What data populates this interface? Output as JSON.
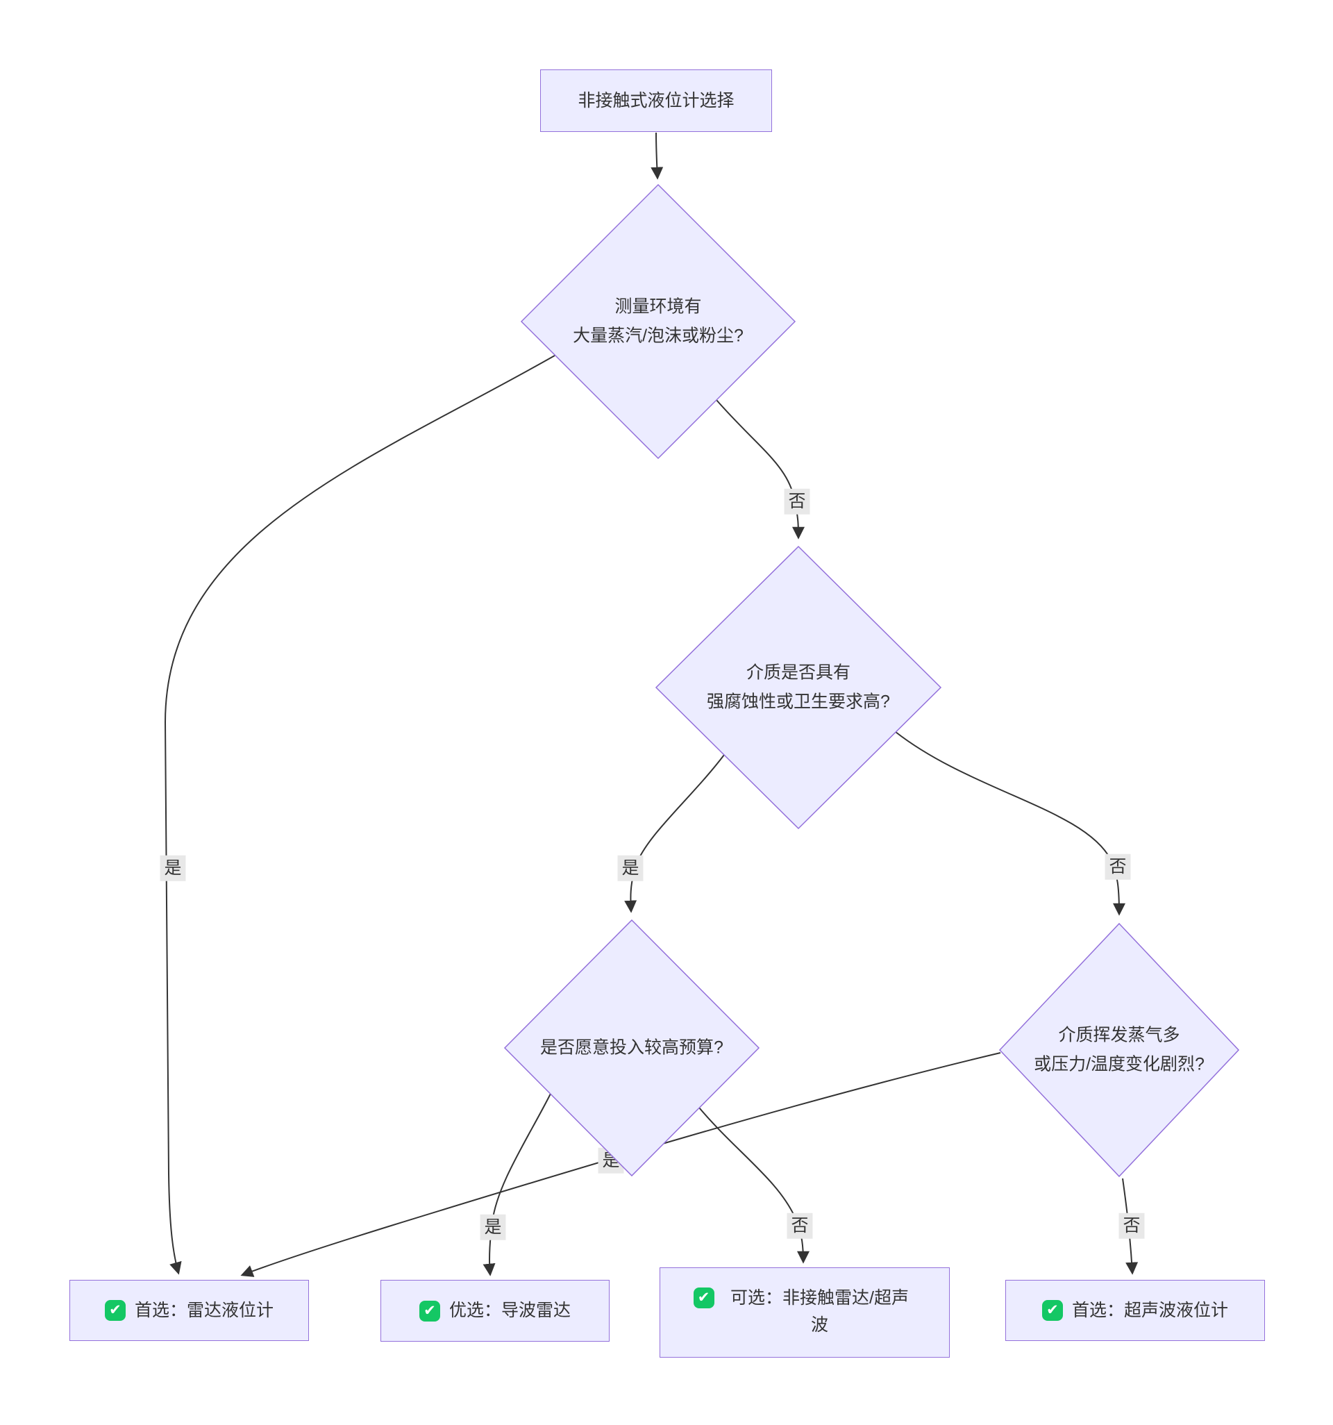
{
  "flowchart": {
    "start": {
      "label": "非接触式液位计选择"
    },
    "decisions": {
      "env": {
        "line1": "测量环境有",
        "line2": "大量蒸汽/泡沫或粉尘?"
      },
      "medium": {
        "line1": "介质是否具有",
        "line2": "强腐蚀性或卫生要求高?"
      },
      "budget": {
        "line1": "是否愿意投入较高预算?",
        "line2": ""
      },
      "volatile": {
        "line1": "介质挥发蒸气多",
        "line2": "或压力/温度变化剧烈?"
      }
    },
    "results": {
      "radar": {
        "label": "首选：雷达液位计"
      },
      "guided": {
        "label": "优选：导波雷达"
      },
      "optional": {
        "label": "可选：非接触雷达/超声波"
      },
      "ultrasonic": {
        "label": "首选：超声波液位计"
      }
    },
    "edge_labels": {
      "env_yes": "是",
      "env_no": "否",
      "medium_yes": "是",
      "medium_no": "否",
      "budget_yes": "是",
      "budget_no": "否",
      "volatile_yes": "是",
      "volatile_no": "否"
    },
    "icons": {
      "check": "✔"
    },
    "colors": {
      "node_fill": "#ECECFF",
      "node_border": "#9370DB",
      "edge": "#333333",
      "edge_label_bg": "#e8e8e8",
      "check_green": "#14c764",
      "text": "#333333"
    }
  }
}
